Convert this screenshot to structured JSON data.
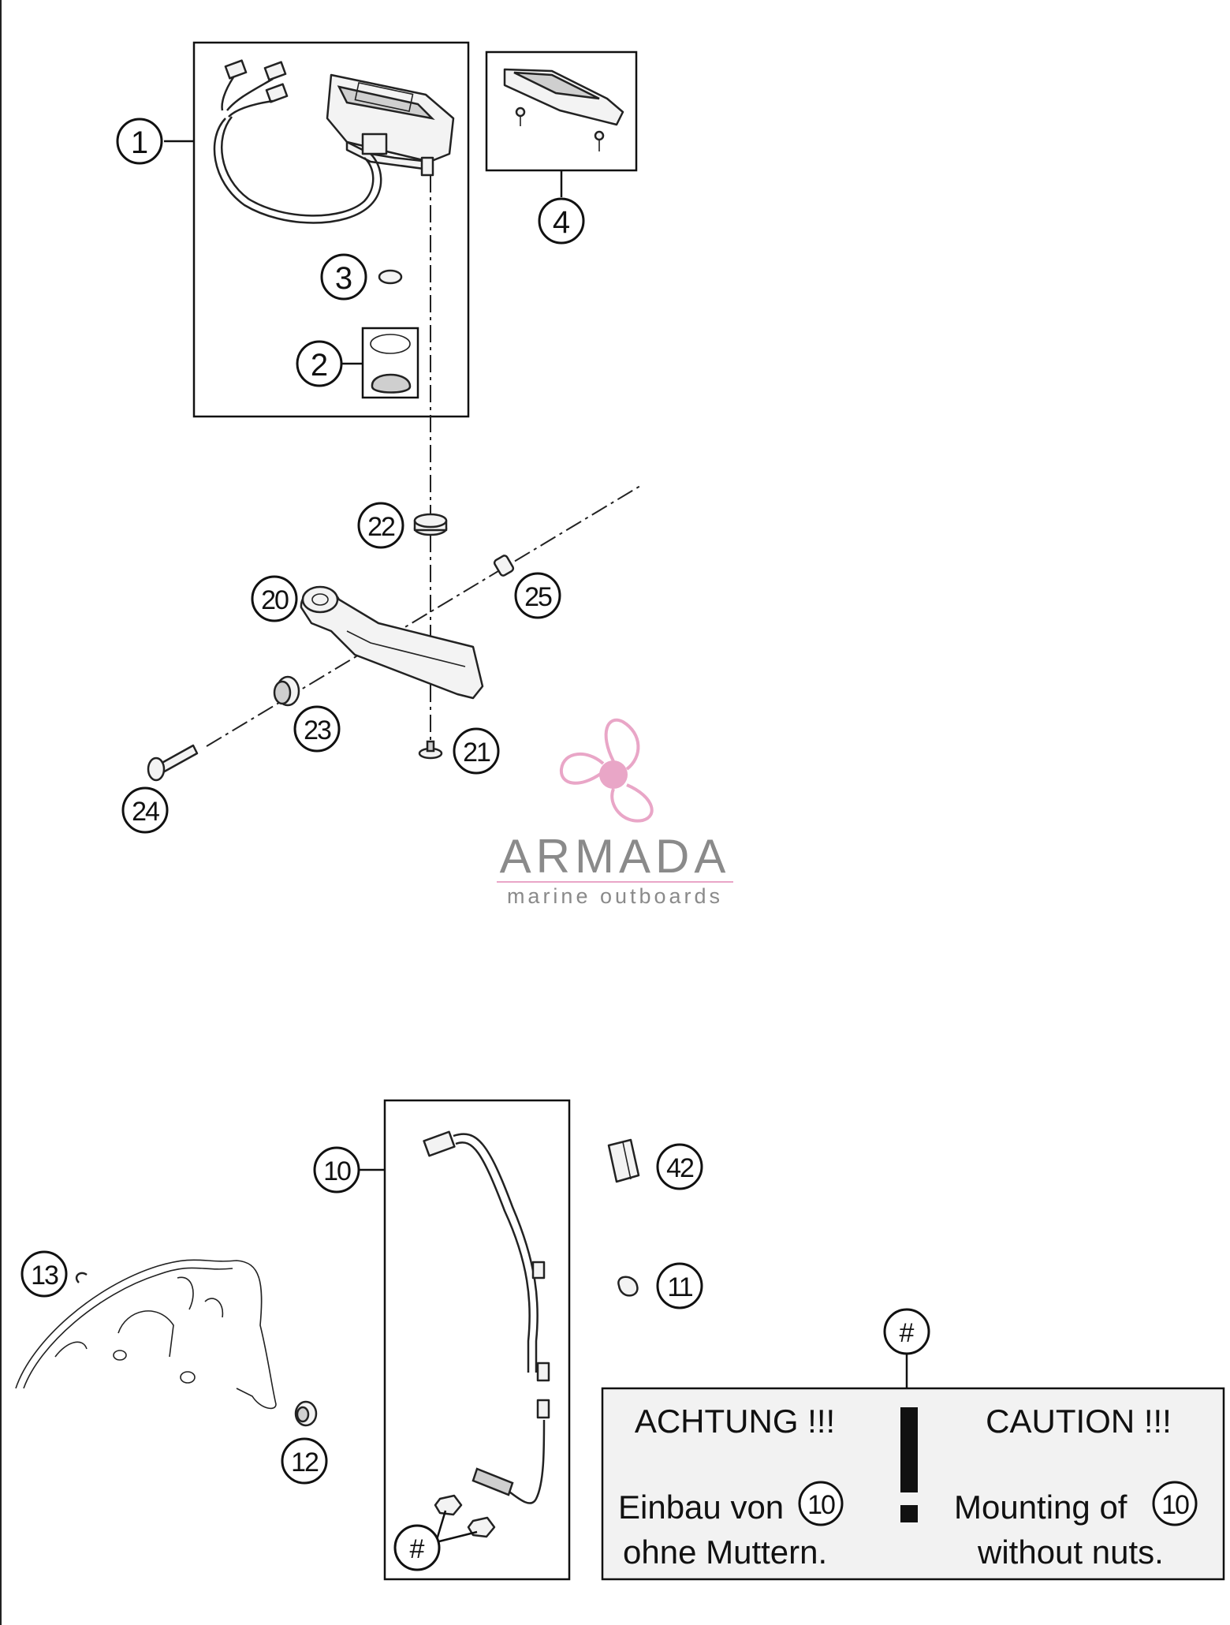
{
  "callouts": {
    "c1": "1",
    "c2": "2",
    "c3": "3",
    "c4": "4",
    "c10": "10",
    "c11": "11",
    "c12": "12",
    "c13": "13",
    "c20": "20",
    "c21": "21",
    "c22": "22",
    "c23": "23",
    "c24": "24",
    "c25": "25",
    "c42": "42",
    "hash_top": "#",
    "hash_nuts": "#"
  },
  "notice": {
    "left_heading": "ACHTUNG !!!",
    "left_line1": "Einbau von",
    "left_line2": "ohne Muttern.",
    "left_ref": "10",
    "right_heading": "CAUTION !!!",
    "right_line1": "Mounting of",
    "right_line2": "without nuts.",
    "right_ref": "10",
    "symbol": "!"
  },
  "watermark": {
    "name": "ARMADA",
    "tagline": "marine outboards",
    "logo_color": "#e9a6c7",
    "logo_icon": "propeller-icon"
  },
  "colors": {
    "line": "#111111",
    "notice_bg": "#f2f2f2",
    "watermark_text": "#8a8a8a"
  }
}
